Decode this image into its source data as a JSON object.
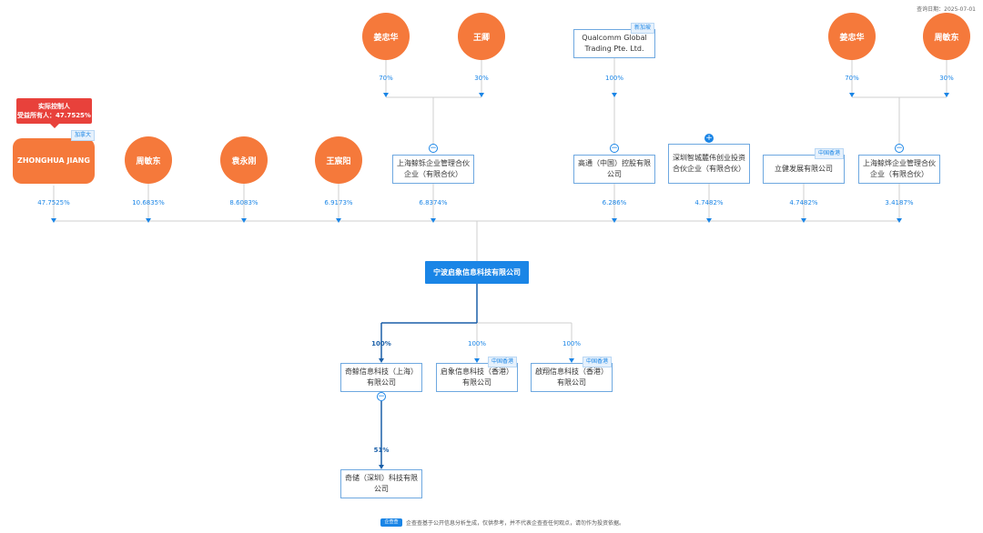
{
  "query_date": "查询日期：2025-07-01",
  "top_holders": {
    "h1": {
      "name": "姜忠华",
      "pct": "70%"
    },
    "h2": {
      "name": "王卿",
      "pct": "30%"
    },
    "h3": {
      "name": "Qualcomm Global Trading Pte. Ltd.",
      "tag": "新加坡",
      "pct": "100%"
    },
    "h4": {
      "name": "姜忠华",
      "pct": "70%"
    },
    "h5": {
      "name": "周敏东",
      "pct": "30%"
    }
  },
  "controller": {
    "line1": "实际控制人",
    "line2": "受益所有人：47.7525%"
  },
  "shareholders": [
    {
      "name": "ZHONGHUA JIANG",
      "tag": "加拿大",
      "pct": "47.7525%"
    },
    {
      "name": "周敏东",
      "pct": "10.6835%"
    },
    {
      "name": "袁永刚",
      "pct": "8.6083%"
    },
    {
      "name": "王宸阳",
      "pct": "6.9173%"
    },
    {
      "name": "上海鲸铄企业管理合伙企业（有限合伙）",
      "pct": "6.8374%"
    },
    {
      "name": "高通（中国）控股有限公司",
      "pct": "6.286%"
    },
    {
      "name": "深圳智城麓伟创业投资合伙企业（有限合伙）",
      "pct": "4.7482%"
    },
    {
      "name": "立健发展有限公司",
      "tag": "中国香港",
      "pct": "4.7482%"
    },
    {
      "name": "上海鲸烨企业管理合伙企业（有限合伙）",
      "pct": "3.4187%"
    }
  ],
  "main_company": "宁波启象信息科技有限公司",
  "subsidiaries": [
    {
      "name": "奇鲸信息科技（上海）有限公司",
      "pct": "100%"
    },
    {
      "name": "启象信息科技（香港）有限公司",
      "tag": "中国香港",
      "pct": "100%"
    },
    {
      "name": "啟翔信息科技（香港）有限公司",
      "tag": "中国香港",
      "pct": "100%"
    }
  ],
  "sub_sub": {
    "name": "奇储（深圳）科技有限公司",
    "pct": "51%"
  },
  "footer": {
    "logo": "企查查",
    "text": "企查查基于公开信息分析生成，仅供参考，并不代表企查查任何观点，请勿作为投资依据。"
  },
  "colors": {
    "person": "#f5793b",
    "company_border": "#6ea8e0",
    "main": "#1a85e6",
    "controller": "#e8413b",
    "line": "#cfcfcf"
  }
}
